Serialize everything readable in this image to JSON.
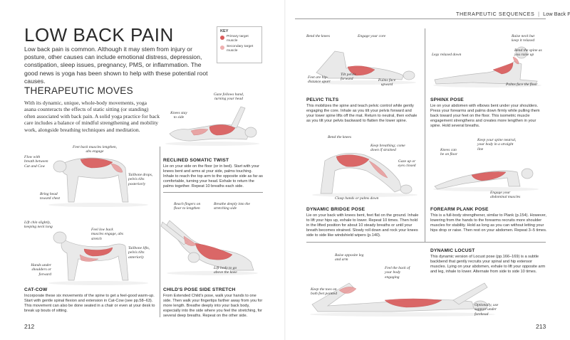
{
  "header": {
    "section": "THERAPEUTIC SEQUENCES",
    "separator": "|",
    "page_title": "Low Back Pain"
  },
  "title": "LOW BACK PAIN",
  "intro": "Low back pain is common. Although it may stem from injury or posture, other causes can include emotional distress, depression, constipation, sleep issues, pregnancy, PMS, or inflammation. The good news is yoga has been shown to help with these potential root causes.",
  "key": {
    "title": "KEY",
    "items": [
      {
        "label": "Primary target muscle",
        "color": "#d95a5a"
      },
      {
        "label": "Secondary target muscle",
        "color": "#eeb0b0"
      }
    ]
  },
  "subheading": "THERAPEUTIC MOVES",
  "moves_text": "With its dynamic, unique, whole-body movements, yoga asana counteracts the effects of static sitting (or standing) often associated with back pain. A solid yoga practice for back care includes a balance of mindful strengthening and mobility work, alongside breathing techniques and meditation.",
  "poses": {
    "cat_cow": {
      "title": "CAT-COW",
      "body": "Incorporate these six movements of the spine to get a feel-good warm-up. Start with gentle spinal flexion and extension in Cat-Cow (see pp.58–63). This movement can also be done seated in a chair or even at your desk to break up bouts of sitting."
    },
    "twist": {
      "title": "RECLINED SOMATIC TWIST",
      "body": "Lie on your side on the floor (or in bed). Start with your knees bent and arms at your side, palms touching. Inhale to reach the top arm to the opposite side as far as comfortable, turning your head. Exhale to return the palms together. Repeat 10 breaths each side."
    },
    "child": {
      "title": "CHILD'S POSE SIDE STRETCH",
      "body": "From Extended Child's pose, walk your hands to one side. Then walk your fingertips farther away from you for more length. Breathe deeply into your back body, especially into the side where you feel the stretching, for several deep breaths. Repeat on the other side."
    },
    "pelvic": {
      "title": "PELVIC TILTS",
      "body": "This mobilizes the spine and teach pelvic control while gently engaging the core. Inhale as you tilt your pelvis forward and your lower spine lifts off the mat. Return to neutral, then exhale as you tilt your pelvis backward to flatten the lower spine."
    },
    "sphinx": {
      "title": "SPHINX POSE",
      "body": "Lie on your abdomen with elbows bent under your shoulders. Press your forearms and palms down firmly while pulling them back toward your feet on the floor. This isometric muscle engagement strengthens and creates more lengthen in your spine. Hold several breaths."
    },
    "bridge": {
      "title": "DYNAMIC BRIDGE POSE",
      "body": "Lie on your back with knees bent, feet flat on the ground. Inhale to lift your hips up, exhale to lower. Repeat 10 times. Then hold in the lifted position for about 10 steady breaths or until your breath becomes strained. Slowly roll down and rock your knees side to side like windshield wipers (p.140)."
    },
    "plank": {
      "title": "FOREARM PLANK POSE",
      "body": "This is a full-body strengthener, similar to Plank (p.154). However, lowering from the hands to the forearms recruits more shoulder muscles for stability. Hold as long as you can without letting your hips drop or raise. Then rest on your abdomen. Repeat 3–5 times."
    },
    "locust": {
      "title": "DYNAMIC LOCUST",
      "body": "This dynamic version of Locust pose (pp.166–169) is a subtle backbend that gently recruits your spinal and hip extensor muscles. Lying on your abdomen, exhale to lift your opposite arm and leg, inhale to lower. Alternate from side to side 10 times."
    }
  },
  "annotations": {
    "cow_feet": "Feet back muscles lengthen, abs engage",
    "cow_flow": "Flow with breath between Cat and Cow",
    "cow_tail": "Tailbone drops, pelvis tilts posteriorly",
    "cow_head": "Bring head toward chest",
    "cat_chin": "Lift chin slightly, keeping neck long",
    "cat_back": "Feel low back muscles engage, abs stretch",
    "cat_tail": "Tailbone lifts, pelvis tilts anteriorly",
    "cat_hands": "Hands under shoulders or forward",
    "twist_gaze": "Gaze follows hand, turning your head",
    "twist_knees": "Knees stay to side",
    "child_reach": "Reach fingers on floor to lengthen",
    "child_breathe": "Breathe deeply into the stretching side",
    "child_hips": "Lift body to go above the knee",
    "pelvic_bend": "Bend the knees",
    "pelvic_core": "Engage your core",
    "pelvic_feet": "Feet are hip-distance apart",
    "pelvic_tilt": "Tilt pelvis forward",
    "pelvic_palms": "Palms face upward",
    "sphinx_raise": "Raise neck but keep it relaxed",
    "sphinx_legs": "Legs relaxed down",
    "sphinx_bend": "Bend the spine as you raise up",
    "sphinx_palms": "Palms face the floor",
    "bridge_knees": "Bend the knees",
    "bridge_breath": "Keep breathing; come down if strained",
    "bridge_gaze": "Gaze up or eyes closed",
    "bridge_clasp": "Clasp hands or palms down",
    "plank_spine": "Keep your spine neutral, your body in a straight line",
    "plank_knees": "Knees can be on floor",
    "plank_abs": "Engage your abdominal muscles",
    "locust_raise": "Raise opposite leg and arm",
    "locust_back": "Feel the back of your body engaging",
    "locust_toes": "Keep the toes on both feet pointed",
    "locust_forehead": "Optionally, use support under forehead"
  },
  "page_numbers": {
    "left": "212",
    "right": "213"
  }
}
